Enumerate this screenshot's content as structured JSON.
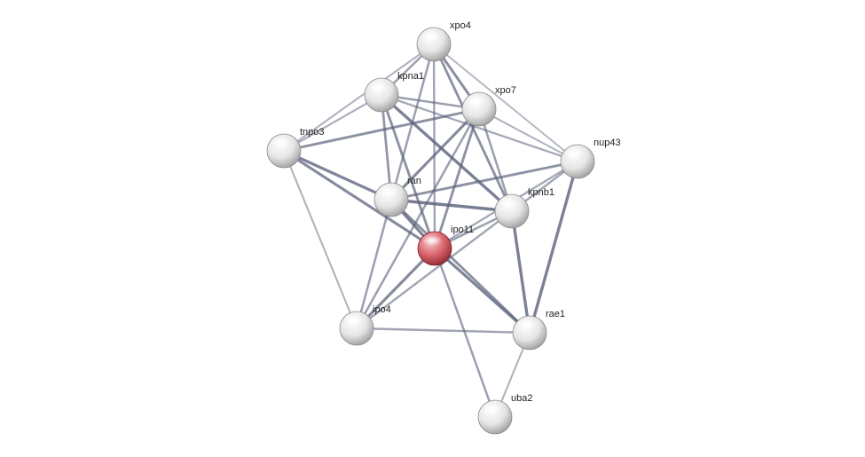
{
  "nodes": [
    {
      "id": "xpo4",
      "label": "xpo4",
      "query": false
    },
    {
      "id": "kpna1",
      "label": "kpna1",
      "query": false
    },
    {
      "id": "xpo7",
      "label": "xpo7",
      "query": false
    },
    {
      "id": "tnpo3",
      "label": "tnpo3",
      "query": false
    },
    {
      "id": "nup43",
      "label": "nup43",
      "query": false
    },
    {
      "id": "ran",
      "label": "ran",
      "query": false
    },
    {
      "id": "kpnb1",
      "label": "kpnb1",
      "query": false
    },
    {
      "id": "ipo11",
      "label": "ipo11",
      "query": true
    },
    {
      "id": "ipo4",
      "label": "ipo4",
      "query": false
    },
    {
      "id": "rae1",
      "label": "rae1",
      "query": false
    },
    {
      "id": "uba2",
      "label": "uba2",
      "query": false
    }
  ],
  "edges": [
    {
      "source": "xpo4",
      "target": "kpna1",
      "weight": 0.55
    },
    {
      "source": "xpo4",
      "target": "xpo7",
      "weight": 0.75
    },
    {
      "source": "xpo4",
      "target": "tnpo3",
      "weight": 0.35
    },
    {
      "source": "xpo4",
      "target": "nup43",
      "weight": 0.3
    },
    {
      "source": "xpo4",
      "target": "ran",
      "weight": 0.55
    },
    {
      "source": "xpo4",
      "target": "kpnb1",
      "weight": 0.7
    },
    {
      "source": "xpo4",
      "target": "ipo11",
      "weight": 0.5
    },
    {
      "source": "kpna1",
      "target": "xpo7",
      "weight": 0.55
    },
    {
      "source": "kpna1",
      "target": "tnpo3",
      "weight": 0.4
    },
    {
      "source": "kpna1",
      "target": "nup43",
      "weight": 0.45
    },
    {
      "source": "kpna1",
      "target": "ran",
      "weight": 0.65
    },
    {
      "source": "kpna1",
      "target": "kpnb1",
      "weight": 0.9
    },
    {
      "source": "kpna1",
      "target": "ipo11",
      "weight": 0.7
    },
    {
      "source": "xpo7",
      "target": "tnpo3",
      "weight": 0.7
    },
    {
      "source": "xpo7",
      "target": "nup43",
      "weight": 0.35
    },
    {
      "source": "xpo7",
      "target": "ran",
      "weight": 0.8
    },
    {
      "source": "xpo7",
      "target": "kpnb1",
      "weight": 0.55
    },
    {
      "source": "xpo7",
      "target": "ipo11",
      "weight": 0.7
    },
    {
      "source": "xpo7",
      "target": "ipo4",
      "weight": 0.55
    },
    {
      "source": "tnpo3",
      "target": "ran",
      "weight": 0.85
    },
    {
      "source": "tnpo3",
      "target": "ipo11",
      "weight": 0.8
    },
    {
      "source": "tnpo3",
      "target": "ipo4",
      "weight": 0.35
    },
    {
      "source": "nup43",
      "target": "ran",
      "weight": 0.7
    },
    {
      "source": "nup43",
      "target": "kpnb1",
      "weight": 0.5
    },
    {
      "source": "nup43",
      "target": "rae1",
      "weight": 0.9
    },
    {
      "source": "nup43",
      "target": "ipo11",
      "weight": 0.45
    },
    {
      "source": "ran",
      "target": "kpnb1",
      "weight": 0.95
    },
    {
      "source": "ran",
      "target": "ipo11",
      "weight": 0.85
    },
    {
      "source": "ran",
      "target": "ipo4",
      "weight": 0.55
    },
    {
      "source": "ran",
      "target": "rae1",
      "weight": 0.7
    },
    {
      "source": "kpnb1",
      "target": "ipo11",
      "weight": 0.55
    },
    {
      "source": "kpnb1",
      "target": "rae1",
      "weight": 0.9
    },
    {
      "source": "kpnb1",
      "target": "ipo4",
      "weight": 0.5
    },
    {
      "source": "ipo11",
      "target": "ipo4",
      "weight": 0.8
    },
    {
      "source": "ipo11",
      "target": "rae1",
      "weight": 0.85
    },
    {
      "source": "ipo11",
      "target": "uba2",
      "weight": 0.55
    },
    {
      "source": "ipo4",
      "target": "rae1",
      "weight": 0.5
    },
    {
      "source": "rae1",
      "target": "uba2",
      "weight": 0.35
    }
  ],
  "colors": {
    "node_fill": "#e4e4e4",
    "query_node_fill": "#d9636b",
    "edge_color": "#5a617a",
    "label_color": "#222222"
  }
}
